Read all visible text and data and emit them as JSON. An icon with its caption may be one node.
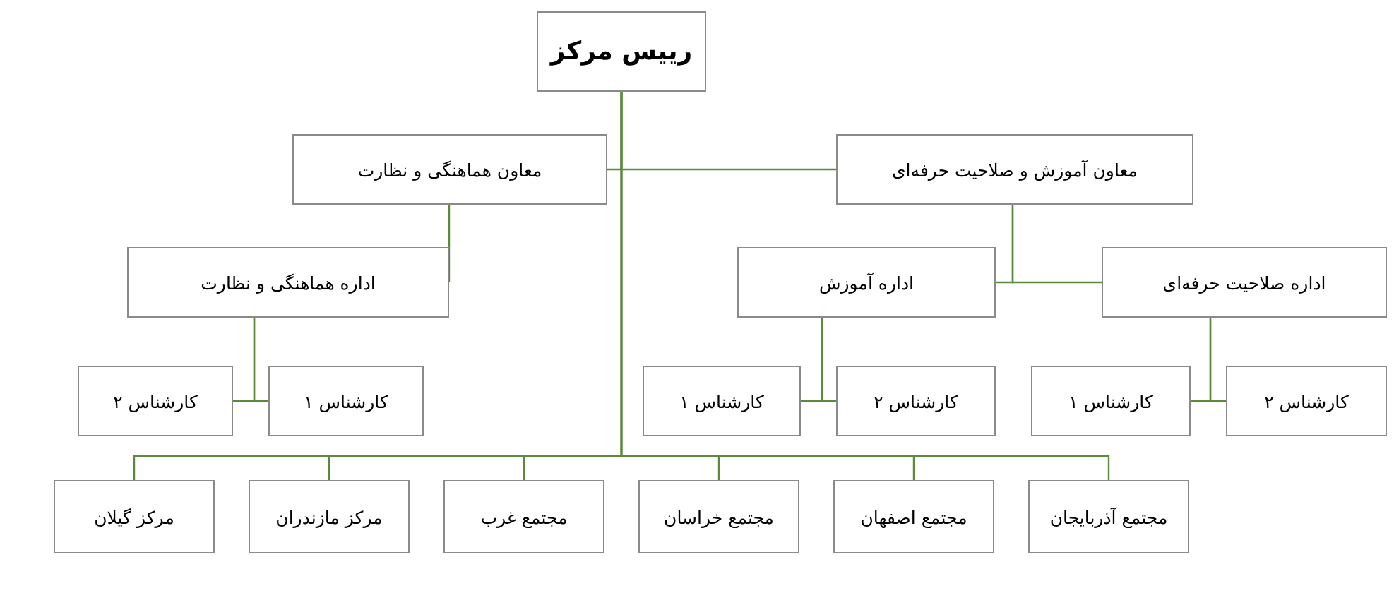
{
  "diagram": {
    "nodes": [
      {
        "text": [
          "رییس مرکز"
        ]
      },
      {
        "text": [
          "معاون هماهنگی و نظارت"
        ]
      },
      {
        "text": [
          "معاون آموزش و صلاحیت حرفه‌ای"
        ]
      },
      {
        "text": [
          "اداره هماهنگی و نظارت"
        ]
      },
      {
        "text": [
          "اداره آموزش"
        ]
      },
      {
        "text": [
          "اداره صلاحیت حرفه‌ای"
        ]
      },
      {
        "text": [
          "کارشناس ۲"
        ]
      },
      {
        "text": [
          "کارشناس ۱"
        ]
      },
      {
        "text": [
          "کارشناس ۱"
        ]
      },
      {
        "text": [
          "کارشناس ۲"
        ]
      },
      {
        "text": [
          "کارشناس ۱"
        ]
      },
      {
        "text": [
          "کارشناس ۲"
        ]
      },
      {
        "text": [
          "مرکز گیلان"
        ]
      },
      {
        "text": [
          "مرکز مازندران"
        ]
      },
      {
        "text": [
          "مجتمع غرب"
        ]
      },
      {
        "text": [
          "مجتمع خراسان"
        ]
      },
      {
        "text": [
          "مجتمع اصفهان"
        ]
      },
      {
        "text": [
          "مجتمع آذربایجان"
        ]
      }
    ],
    "edges": [
      {
        "from": 0,
        "to": 1,
        "arrow": "none"
      },
      {
        "from": 0,
        "to": 2,
        "arrow": "none"
      },
      {
        "from": 1,
        "to": 3,
        "arrow": "none"
      },
      {
        "from": 2,
        "to": 4,
        "arrow": "none"
      },
      {
        "from": 2,
        "to": 5,
        "arrow": "none"
      },
      {
        "from": 3,
        "to": 6,
        "arrow": "none"
      },
      {
        "from": 3,
        "to": 7,
        "arrow": "none"
      },
      {
        "from": 4,
        "to": 8,
        "arrow": "none"
      },
      {
        "from": 4,
        "to": 9,
        "arrow": "none"
      },
      {
        "from": 5,
        "to": 10,
        "arrow": "none"
      },
      {
        "from": 5,
        "to": 11,
        "arrow": "none"
      },
      {
        "from": 0,
        "to": 12,
        "arrow": "none"
      },
      {
        "from": 0,
        "to": 13,
        "arrow": "none"
      },
      {
        "from": 0,
        "to": 14,
        "arrow": "none"
      },
      {
        "from": 0,
        "to": 15,
        "arrow": "none"
      },
      {
        "from": 0,
        "to": 16,
        "arrow": "none"
      },
      {
        "from": 0,
        "to": 17,
        "arrow": "none"
      }
    ]
  }
}
